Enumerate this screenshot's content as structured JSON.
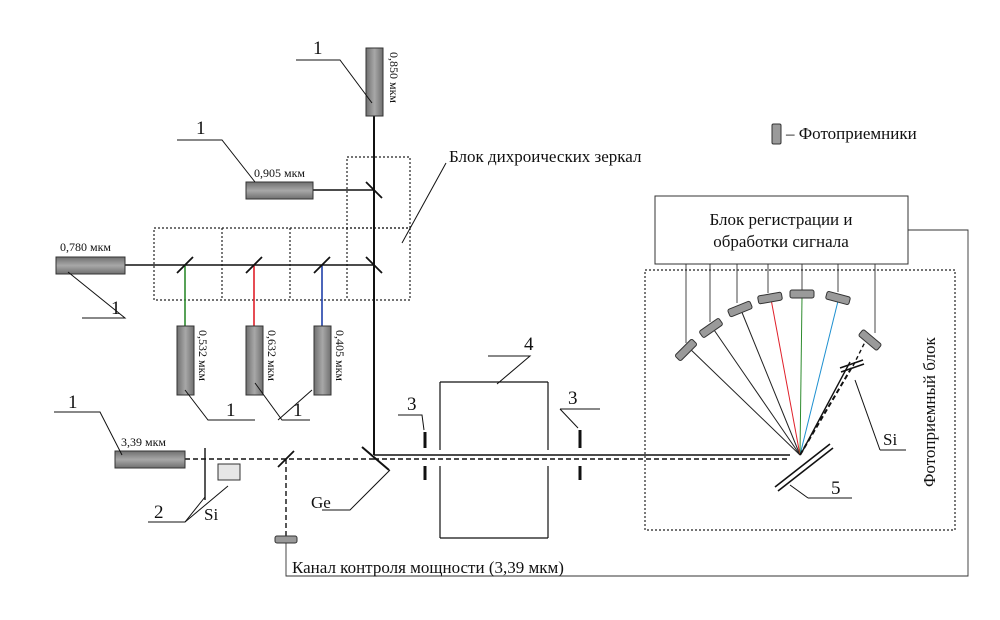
{
  "labels": {
    "block_dichroic": "Блок дихроических зеркал",
    "photodetectors_legend": "– Фотоприемники",
    "registration_line1": "Блок регистрации и",
    "registration_line2": "обработки сигнала",
    "photoreceiver_block": "Фотоприемный блок",
    "power_channel": "Канал контроля мощности (3,39 мкм)",
    "ge": "Ge",
    "si_left": "Si",
    "si_right": "Si"
  },
  "wavelengths": {
    "w0850": "0,850 мкм",
    "w0905": "0,905 мкм",
    "w0780": "0,780 мкм",
    "w0532": "0,532 мкм",
    "w0632": "0,632 мкм",
    "w0405": "0,405 мкм",
    "w339": "3,39 мкм"
  },
  "callouts": {
    "lasers": "1",
    "lens": "2",
    "diaphragm": "3",
    "cell": "4",
    "grating": "5"
  },
  "colors": {
    "green_beam": "#2e8b2e",
    "red_beam": "#e0202a",
    "blue_beam": "#1f3fa8",
    "cyan_beam": "#1e90d0",
    "laser_fill": "#8a8a8a",
    "detector_fill": "#9a9a9a"
  }
}
